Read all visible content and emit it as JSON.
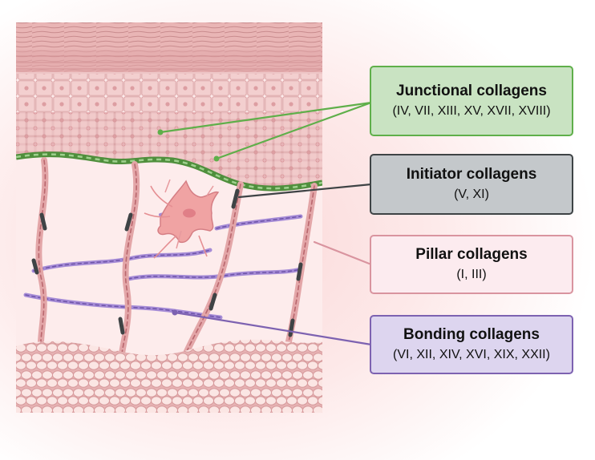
{
  "labels": {
    "junctional": {
      "title": "Junctional collagens",
      "types": "(IV, VII, XIII, XV, XVII, XVIII)"
    },
    "initiator": {
      "title": "Initiator collagens",
      "types": "(V, XI)"
    },
    "pillar": {
      "title": "Pillar collagens",
      "types": "(I, III)"
    },
    "bonding": {
      "title": "Bonding collagens",
      "types": "(VI, XII, XIV, XVI, XIX, XXII)"
    }
  },
  "colors": {
    "junctional": "#5faf4a",
    "initiator": "#3e4345",
    "pillar": "#d9949f",
    "bonding": "#7d62b1",
    "epidermis": "#eab8b8",
    "cell_nucleus": "#d98f94",
    "fibroblast": "#f0a3a3",
    "fat_cells": "#f7dad8"
  },
  "icons": [
    "fibroblast-cell-icon"
  ]
}
